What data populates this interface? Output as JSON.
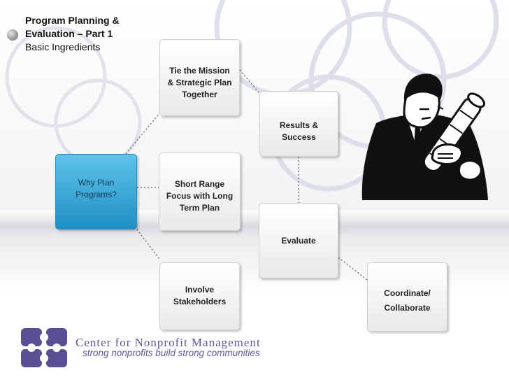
{
  "slide": {
    "title_line1": "Program Planning &",
    "title_line2": "Evaluation – Part 1",
    "subtitle": "Basic Ingredients"
  },
  "diagram": {
    "nodes": [
      {
        "id": "why",
        "label": "Why Plan\nPrograms?"
      },
      {
        "id": "mission",
        "label": "Tie the Mission\n& Strategic Plan\nTogether"
      },
      {
        "id": "shortrange",
        "label": "Short Range\nFocus with Long\nTerm Plan"
      },
      {
        "id": "stakeholders",
        "label": "Involve\nStakeholders"
      },
      {
        "id": "results",
        "label": "Results &\nSuccess"
      },
      {
        "id": "evaluate",
        "label": "Evaluate"
      },
      {
        "id": "coordinate",
        "label": "Coordinate/\nCollaborate"
      }
    ],
    "edges": [
      {
        "from": "why",
        "to": "mission"
      },
      {
        "from": "why",
        "to": "shortrange"
      },
      {
        "from": "why",
        "to": "stakeholders"
      },
      {
        "from": "mission",
        "to": "results"
      },
      {
        "from": "results",
        "to": "evaluate"
      },
      {
        "from": "evaluate",
        "to": "coordinate"
      }
    ]
  },
  "footer": {
    "org_name": "Center for Nonprofit Management",
    "tagline": "strong nonprofits build strong communities"
  },
  "colors": {
    "accent_blue": "#2a9fd6",
    "brand_purple": "#5a5a9a"
  },
  "icons": {
    "illustration": "man-holding-blueprint-icon",
    "logo": "puzzle-logo-icon"
  }
}
